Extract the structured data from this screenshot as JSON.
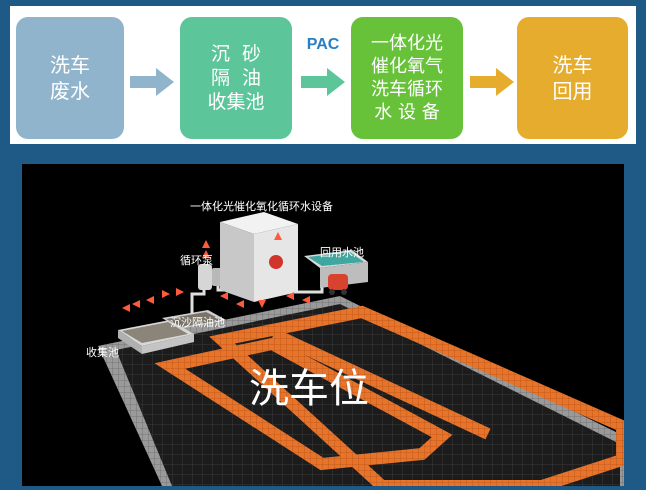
{
  "flow": {
    "steps": [
      {
        "label": "洗车\n废水",
        "color": "#8fb4cc"
      },
      {
        "label": "沉  砂\n隔  油\n收集池",
        "color": "#5cc69a"
      },
      {
        "label": "一体化光\n催化氧气\n洗车循环\n水 设 备",
        "color": "#67c23a"
      },
      {
        "label": "洗车\n回用",
        "color": "#e6ac2e"
      }
    ],
    "arrow_colors": [
      "#8fb4cc",
      "#5cc69a",
      "#e6ac2e"
    ],
    "pac_label": "PAC"
  },
  "scene": {
    "labels": {
      "equipment": "一体化光催化氧化循环水设备",
      "pump": "循环泵",
      "reuse_pool": "回用水池",
      "grit_chamber": "沉沙隔油池",
      "collection_pool": "收集池",
      "wash_bay": "洗车位"
    },
    "colors": {
      "background": "#000000",
      "grate_orange": "#e8742a",
      "grate_dark": "#2a2a2a",
      "flow_arrow": "#ff5a3c"
    }
  }
}
